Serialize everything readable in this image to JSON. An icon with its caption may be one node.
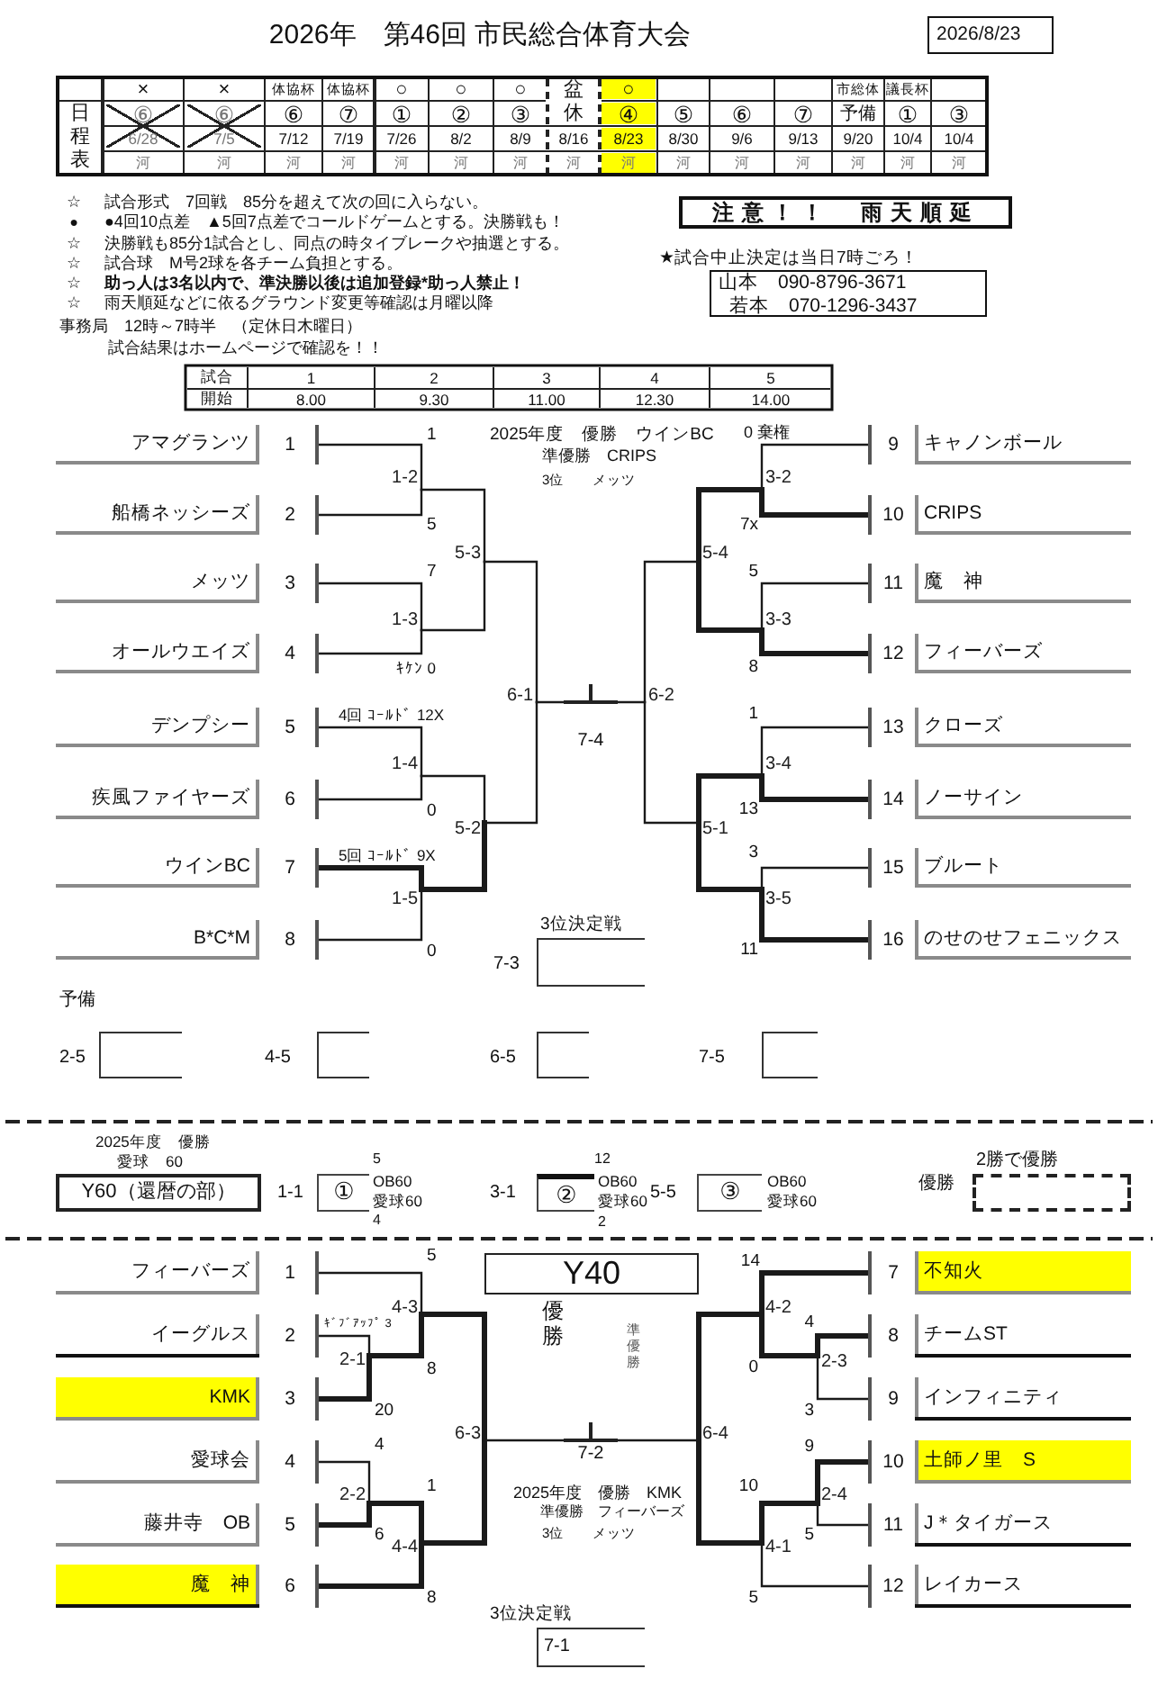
{
  "diagram": {
    "title": "2026年　第46回 市民総合体育大会",
    "nodes": [
      {
        "text": [
          "2026/8/23"
        ]
      },
      {
        "text": [
          "注意！！　雨天順延"
        ]
      },
      {
        "text": [
          "★試合中止決定は当日7時ごろ！",
          "山本　090-8796-3671",
          "若本　070-1296-3437"
        ]
      },
      {
        "text": [
          "アマグランツ",
          "1"
        ]
      },
      {
        "text": [
          "船橋ネッシーズ",
          "2"
        ]
      },
      {
        "text": [
          "メッツ",
          "3"
        ]
      },
      {
        "text": [
          "オールウエイズ",
          "4"
        ]
      },
      {
        "text": [
          "デンプシー",
          "5"
        ]
      },
      {
        "text": [
          "疾風ファイヤーズ",
          "6"
        ]
      },
      {
        "text": [
          "ウインBC",
          "7"
        ]
      },
      {
        "text": [
          "B*C*M",
          "8"
        ]
      },
      {
        "text": [
          "9",
          "キャノンボール"
        ]
      },
      {
        "text": [
          "10",
          "CRIPS"
        ]
      },
      {
        "text": [
          "11",
          "魔　神"
        ]
      },
      {
        "text": [
          "12",
          "フィーバーズ"
        ]
      },
      {
        "text": [
          "13",
          "クローズ"
        ]
      },
      {
        "text": [
          "14",
          "ノーサイン"
        ]
      },
      {
        "text": [
          "15",
          "ブルート"
        ]
      },
      {
        "text": [
          "16",
          "のせのせフェニックス"
        ]
      },
      {
        "text": [
          "1-2"
        ]
      },
      {
        "text": [
          "1-3"
        ]
      },
      {
        "text": [
          "1-4"
        ]
      },
      {
        "text": [
          "1-5"
        ]
      },
      {
        "text": [
          "5-3"
        ]
      },
      {
        "text": [
          "5-2"
        ]
      },
      {
        "text": [
          "6-1"
        ]
      },
      {
        "text": [
          "7-4"
        ]
      },
      {
        "text": [
          "6-2"
        ]
      },
      {
        "text": [
          "5-4"
        ]
      },
      {
        "text": [
          "5-1"
        ]
      },
      {
        "text": [
          "3-2"
        ]
      },
      {
        "text": [
          "3-3"
        ]
      },
      {
        "text": [
          "3-4"
        ]
      },
      {
        "text": [
          "3-5"
        ]
      },
      {
        "text": [
          "3位決定戦"
        ],
        "beside": [
          "7-3"
        ]
      },
      {
        "text": [],
        "shape": "box",
        "beside": [
          "2-5"
        ]
      },
      {
        "text": [],
        "shape": "box",
        "beside": [
          "4-5"
        ]
      },
      {
        "text": [],
        "shape": "box",
        "beside": [
          "6-5"
        ]
      },
      {
        "text": [],
        "shape": "box",
        "beside": [
          "7-5"
        ]
      },
      {
        "text": [
          "Y60（還暦の部）"
        ]
      },
      {
        "text": [
          "①"
        ],
        "beside": [
          "1-1",
          "5",
          "OB60",
          "愛球60",
          "4"
        ]
      },
      {
        "text": [
          "②"
        ],
        "beside": [
          "3-1",
          "12",
          "OB60",
          "愛球60",
          "2"
        ]
      },
      {
        "text": [
          "③"
        ],
        "beside": [
          "5-5",
          "OB60",
          "愛球60"
        ]
      },
      {
        "text": [
          "2勝で優勝"
        ],
        "beside": [
          "優勝"
        ]
      },
      {
        "text": [
          "Y40"
        ]
      },
      {
        "text": [
          "フィーバーズ",
          "1"
        ]
      },
      {
        "text": [
          "イーグルス",
          "2"
        ]
      },
      {
        "text": [
          "KMK",
          "3"
        ]
      },
      {
        "text": [
          "愛球会",
          "4"
        ]
      },
      {
        "text": [
          "藤井寺　OB",
          "5"
        ]
      },
      {
        "text": [
          "魔　神",
          "6"
        ]
      },
      {
        "text": [
          "7",
          "不知火"
        ]
      },
      {
        "text": [
          "8",
          "チームST"
        ]
      },
      {
        "text": [
          "9",
          "インフィニティ"
        ]
      },
      {
        "text": [
          "10",
          "土師ノ里　S"
        ]
      },
      {
        "text": [
          "11",
          "J＊タイガース"
        ]
      },
      {
        "text": [
          "12",
          "レイカース"
        ]
      },
      {
        "text": [
          "2-1"
        ]
      },
      {
        "text": [
          "2-2"
        ]
      },
      {
        "text": [
          "4-3"
        ]
      },
      {
        "text": [
          "4-4"
        ]
      },
      {
        "text": [
          "6-3"
        ]
      },
      {
        "text": [
          "7-2"
        ]
      },
      {
        "text": [
          "6-4"
        ]
      },
      {
        "text": [
          "4-2"
        ]
      },
      {
        "text": [
          "4-1"
        ]
      },
      {
        "text": [
          "2-3"
        ]
      },
      {
        "text": [
          "2-4"
        ]
      },
      {
        "text": [
          "3位決定戦",
          "7-1"
        ]
      }
    ],
    "edges": [
      {
        "from": 3,
        "to": 19,
        "arrow": "none",
        "label": "1"
      },
      {
        "from": 4,
        "to": 19,
        "arrow": "none",
        "label": "5"
      },
      {
        "from": 5,
        "to": 20,
        "arrow": "none",
        "label": "7"
      },
      {
        "from": 6,
        "to": 20,
        "arrow": "none",
        "label": "ｷｹﾝ 0"
      },
      {
        "from": 7,
        "to": 21,
        "arrow": "none",
        "label": "4回 ｺｰﾙﾄﾞ 12X"
      },
      {
        "from": 8,
        "to": 21,
        "arrow": "none",
        "label": "0"
      },
      {
        "from": 9,
        "to": 22,
        "arrow": "none",
        "label": "5回 ｺｰﾙﾄﾞ 9X",
        "style": "thick"
      },
      {
        "from": 10,
        "to": 22,
        "arrow": "none",
        "label": "0"
      },
      {
        "from": 19,
        "to": 23,
        "arrow": "none"
      },
      {
        "from": 20,
        "to": 23,
        "arrow": "none"
      },
      {
        "from": 21,
        "to": 24,
        "arrow": "none"
      },
      {
        "from": 22,
        "to": 24,
        "arrow": "none",
        "style": "thick"
      },
      {
        "from": 23,
        "to": 25,
        "arrow": "none"
      },
      {
        "from": 24,
        "to": 25,
        "arrow": "none"
      },
      {
        "from": 25,
        "to": 26,
        "arrow": "none"
      },
      {
        "from": 11,
        "to": 30,
        "arrow": "none",
        "label": "0 棄権"
      },
      {
        "from": 12,
        "to": 30,
        "arrow": "none",
        "label": "7x",
        "style": "thick"
      },
      {
        "from": 13,
        "to": 31,
        "arrow": "none",
        "label": "5"
      },
      {
        "from": 14,
        "to": 31,
        "arrow": "none",
        "label": "8",
        "style": "thick"
      },
      {
        "from": 15,
        "to": 32,
        "arrow": "none",
        "label": "1"
      },
      {
        "from": 16,
        "to": 32,
        "arrow": "none",
        "label": "13",
        "style": "thick"
      },
      {
        "from": 17,
        "to": 33,
        "arrow": "none",
        "label": "3"
      },
      {
        "from": 18,
        "to": 33,
        "arrow": "none",
        "label": "11",
        "style": "thick"
      },
      {
        "from": 30,
        "to": 28,
        "arrow": "none",
        "style": "thick"
      },
      {
        "from": 31,
        "to": 28,
        "arrow": "none",
        "style": "thick"
      },
      {
        "from": 32,
        "to": 29,
        "arrow": "none",
        "style": "thick"
      },
      {
        "from": 33,
        "to": 29,
        "arrow": "none",
        "style": "thick"
      },
      {
        "from": 28,
        "to": 27,
        "arrow": "none"
      },
      {
        "from": 29,
        "to": 27,
        "arrow": "none"
      },
      {
        "from": 27,
        "to": 26,
        "arrow": "none"
      },
      {
        "from": 45,
        "to": 59,
        "arrow": "none",
        "label": "5"
      },
      {
        "from": 46,
        "to": 57,
        "arrow": "none",
        "label": "ｷﾞﾌﾞｱｯﾌﾟ 3"
      },
      {
        "from": 47,
        "to": 57,
        "arrow": "none",
        "label": "20",
        "style": "thick"
      },
      {
        "from": 57,
        "to": 59,
        "arrow": "none",
        "label": "8",
        "style": "thick"
      },
      {
        "from": 48,
        "to": 58,
        "arrow": "none",
        "label": "4"
      },
      {
        "from": 49,
        "to": 58,
        "arrow": "none",
        "label": "6",
        "style": "thick"
      },
      {
        "from": 58,
        "to": 60,
        "arrow": "none",
        "label": "1",
        "style": "thick"
      },
      {
        "from": 50,
        "to": 60,
        "arrow": "none",
        "label": "8",
        "style": "thick"
      },
      {
        "from": 59,
        "to": 61,
        "arrow": "none",
        "style": "thick"
      },
      {
        "from": 60,
        "to": 61,
        "arrow": "none",
        "style": "thick"
      },
      {
        "from": 61,
        "to": 62,
        "arrow": "none"
      },
      {
        "from": 51,
        "to": 64,
        "arrow": "none",
        "label": "14",
        "style": "thick"
      },
      {
        "from": 52,
        "to": 66,
        "arrow": "none",
        "label": "4",
        "style": "thick"
      },
      {
        "from": 53,
        "to": 66,
        "arrow": "none",
        "label": "3"
      },
      {
        "from": 66,
        "to": 64,
        "arrow": "none",
        "label": "0",
        "style": "thick"
      },
      {
        "from": 54,
        "to": 67,
        "arrow": "none",
        "label": "9",
        "style": "thick"
      },
      {
        "from": 55,
        "to": 67,
        "arrow": "none",
        "label": "5"
      },
      {
        "from": 67,
        "to": 65,
        "arrow": "none",
        "label": "10",
        "style": "thick"
      },
      {
        "from": 56,
        "to": 65,
        "arrow": "none",
        "label": "5"
      },
      {
        "from": 64,
        "to": 63,
        "arrow": "none",
        "style": "thick"
      },
      {
        "from": 65,
        "to": 63,
        "arrow": "none",
        "style": "thick"
      },
      {
        "from": 63,
        "to": 62,
        "arrow": "none"
      }
    ],
    "labels": [
      "×",
      "×",
      "体協杯",
      "体協杯",
      "○",
      "○",
      "○",
      "盆休",
      "○",
      "市総体",
      "議長杯",
      "日程表",
      "⑥",
      "⑥",
      "⑥",
      "⑦",
      "①",
      "②",
      "③",
      "④",
      "⑤",
      "⑥",
      "⑦",
      "予備",
      "①",
      "③",
      "6/28",
      "7/5",
      "7/12",
      "7/19",
      "7/26",
      "8/2",
      "8/9",
      "8/16",
      "8/23",
      "8/30",
      "9/6",
      "9/13",
      "9/20",
      "10/4",
      "10/4",
      "河",
      "河",
      "河",
      "河",
      "河",
      "河",
      "河",
      "河",
      "河",
      "河",
      "河",
      "河",
      "河",
      "河",
      "河",
      "☆",
      "試合形式　7回戦　85分を超えて次の回に入らない。",
      "●",
      "●4回10点差　▲5回7点差でコールドゲームとする。決勝戦も！",
      "☆",
      "決勝戦も85分1試合とし、同点の時タイブレークや抽選とする。",
      "☆",
      "試合球　M号2球を各チーム負担とする。",
      "☆",
      "助っ人は3名以内で、準決勝以後は追加登録*助っ人禁止！",
      "☆",
      "雨天順延などに依るグラウンド変更等確認は月曜以降",
      "事務局　12時～7時半　（定休日木曜日）",
      "試合結果はホームページで確認を！！",
      "試合",
      "1",
      "2",
      "3",
      "4",
      "5",
      "開始",
      "8.00",
      "9.30",
      "11.00",
      "12.30",
      "14.00",
      "2025年度　優勝　ウインBC",
      "準優勝　CRIPS",
      "3位　　メッツ",
      "予備",
      "2025年度　優勝",
      "愛球　60",
      "優勝",
      "準優勝",
      "2025年度　優勝　KMK",
      "準優勝　フィーバーズ",
      "3位　　メッツ"
    ]
  }
}
